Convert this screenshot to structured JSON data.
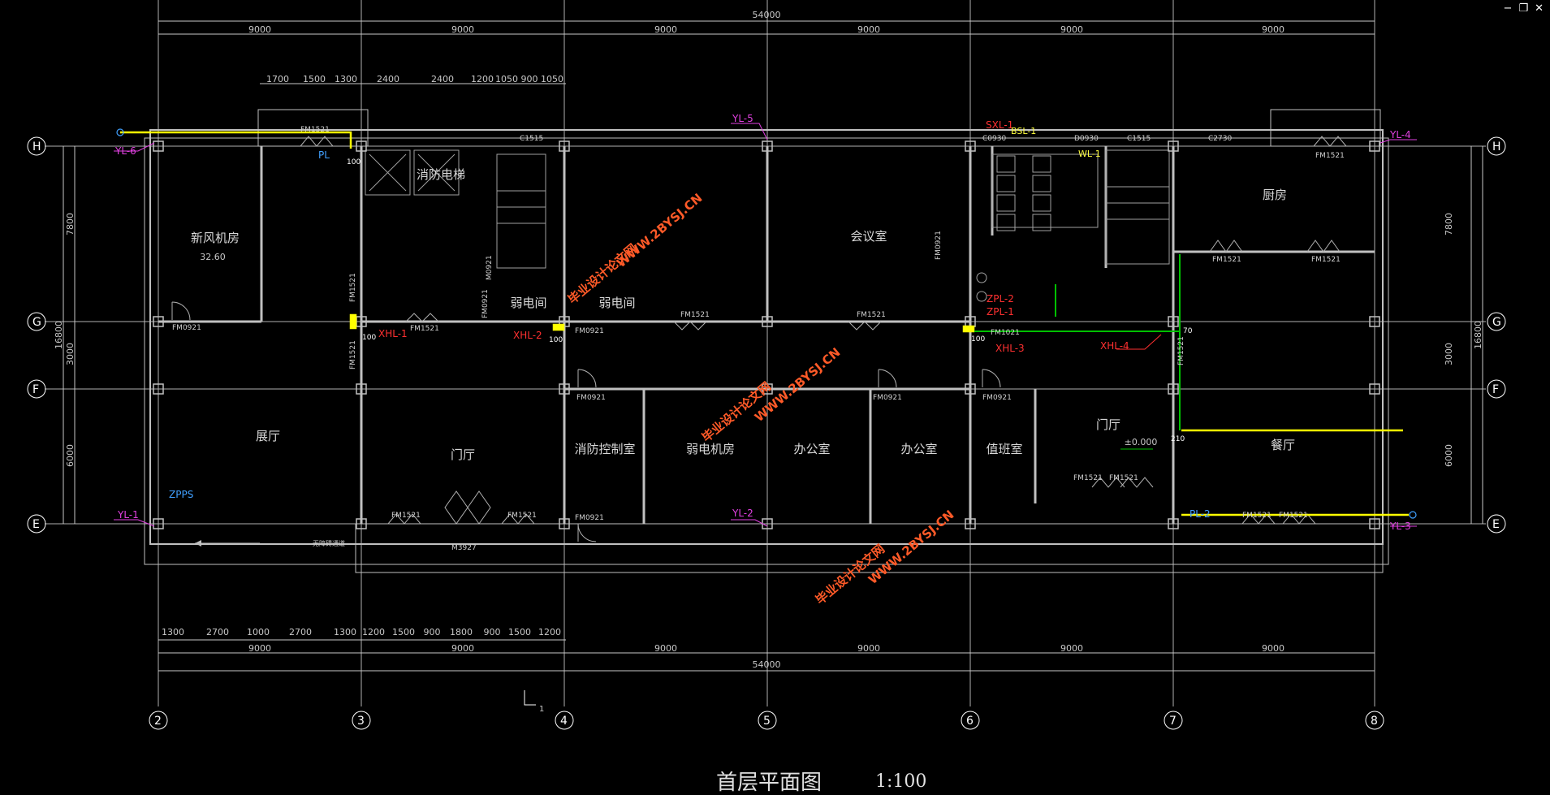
{
  "window_controls": {
    "minimize": "−",
    "restore": "❐",
    "close": "✕"
  },
  "drawing": {
    "title": "首层平面图",
    "scale": "1:100",
    "total_width": "54000",
    "bay_dims": [
      "9000",
      "9000",
      "9000",
      "9000",
      "9000",
      "9000"
    ],
    "top_sub_dims": [
      "1700",
      "1500",
      "1300",
      "2400",
      "2400",
      "1200",
      "1050",
      "900",
      "1050"
    ],
    "bottom_sub_dims": [
      "1300",
      "2700",
      "1000",
      "2700",
      "1300",
      "1200",
      "1500",
      "900",
      "1800",
      "900",
      "1500",
      "1200"
    ],
    "left_dims": [
      "7800",
      "16800",
      "3000",
      "6000"
    ],
    "right_dims": [
      "7800",
      "16800",
      "3000",
      "6000"
    ],
    "column_axes": [
      "2",
      "3",
      "4",
      "5",
      "6",
      "7",
      "8"
    ],
    "row_axes": [
      "H",
      "G",
      "F",
      "E"
    ],
    "section_mark": "1",
    "rooms": {
      "fresh_air": "新风机房",
      "fresh_air_elev": "32.60",
      "fire_elevator": "消防电梯",
      "weak_elec_room1": "弱电间",
      "weak_elec_room2": "弱电间",
      "meeting": "会议室",
      "kitchen": "厨房",
      "exhibition": "展厅",
      "hall_left": "门厅",
      "fire_control": "消防控制室",
      "weak_machine": "弱电机房",
      "office1": "办公室",
      "office2": "办公室",
      "duty": "值班室",
      "hall_right": "门厅",
      "elevation": "±0.000",
      "dining": "餐厅",
      "barrier_free": "无障碍通道"
    },
    "doors": {
      "fm1521_top": "FM1521",
      "fm1521_kitchen": "FM1521",
      "fm1521_k2": "FM1521",
      "fm1521_k3": "FM1521",
      "c1515_a": "C1515",
      "c1515_b": "C1515",
      "c2730": "C2730",
      "d0930": "D0930",
      "c0930": "C0930",
      "fm0921_a": "FM0921",
      "fm0921_b": "FM0921",
      "m0921": "M0921",
      "fm0921_c": "FM0921",
      "fm1521_l": "FM1521",
      "fm1521_c": "FM1521",
      "fm1521_m": "FM1521",
      "fm1521_n": "FM1521",
      "fm1521_v1": "FM1521",
      "fm1521_v2": "FM1521",
      "fm0921_f1": "FM0921",
      "fm0921_f2": "FM0921",
      "fm0921_f3": "FM0921",
      "fm0921_e1": "FM0921",
      "fm1021": "FM1021",
      "fm1521_b1": "FM1521",
      "fm1521_b2": "FM1521",
      "fm1521_b3": "FM1521",
      "fm1521_b4": "FM1521",
      "fm1521_b5": "FM1521",
      "fm1521_b6": "FM1521",
      "m3927": "M3927",
      "fm0921_e2": "FM0921"
    },
    "pipe_labels": {
      "yl6": "YL-6",
      "pl": "PL",
      "yl5": "YL-5",
      "sxl1": "SXL-1",
      "bsl1": "BSL-1",
      "wl1": "WL-1",
      "yl4": "YL-4",
      "xhl1": "XHL-1",
      "xhl2": "XHL-2",
      "xhl3": "XHL-3",
      "xhl4": "XHL-4",
      "zpl2": "ZPL-2",
      "zpl1": "ZPL-1",
      "yl1": "YL-1",
      "zpps": "ZPPS",
      "yl2": "YL-2",
      "pl2": "PL-2",
      "yl3": "YL-3"
    },
    "spot_values": {
      "v100a": "100",
      "v100b": "100",
      "v100c": "100",
      "v100d": "100",
      "v210": "210",
      "v70": "70"
    },
    "watermark": "毕业设计论文网",
    "watermark_url": "WWW.2BYSJ.CN",
    "colors": {
      "background": "#000000",
      "line": "#ffffff",
      "wall": "#c0c0c0",
      "yellow_pipe": "#ffff00",
      "green_pipe": "#00c000",
      "magenta_label": "#e040e0",
      "red_label": "#ff3030",
      "watermark": "#ff5a28"
    }
  }
}
